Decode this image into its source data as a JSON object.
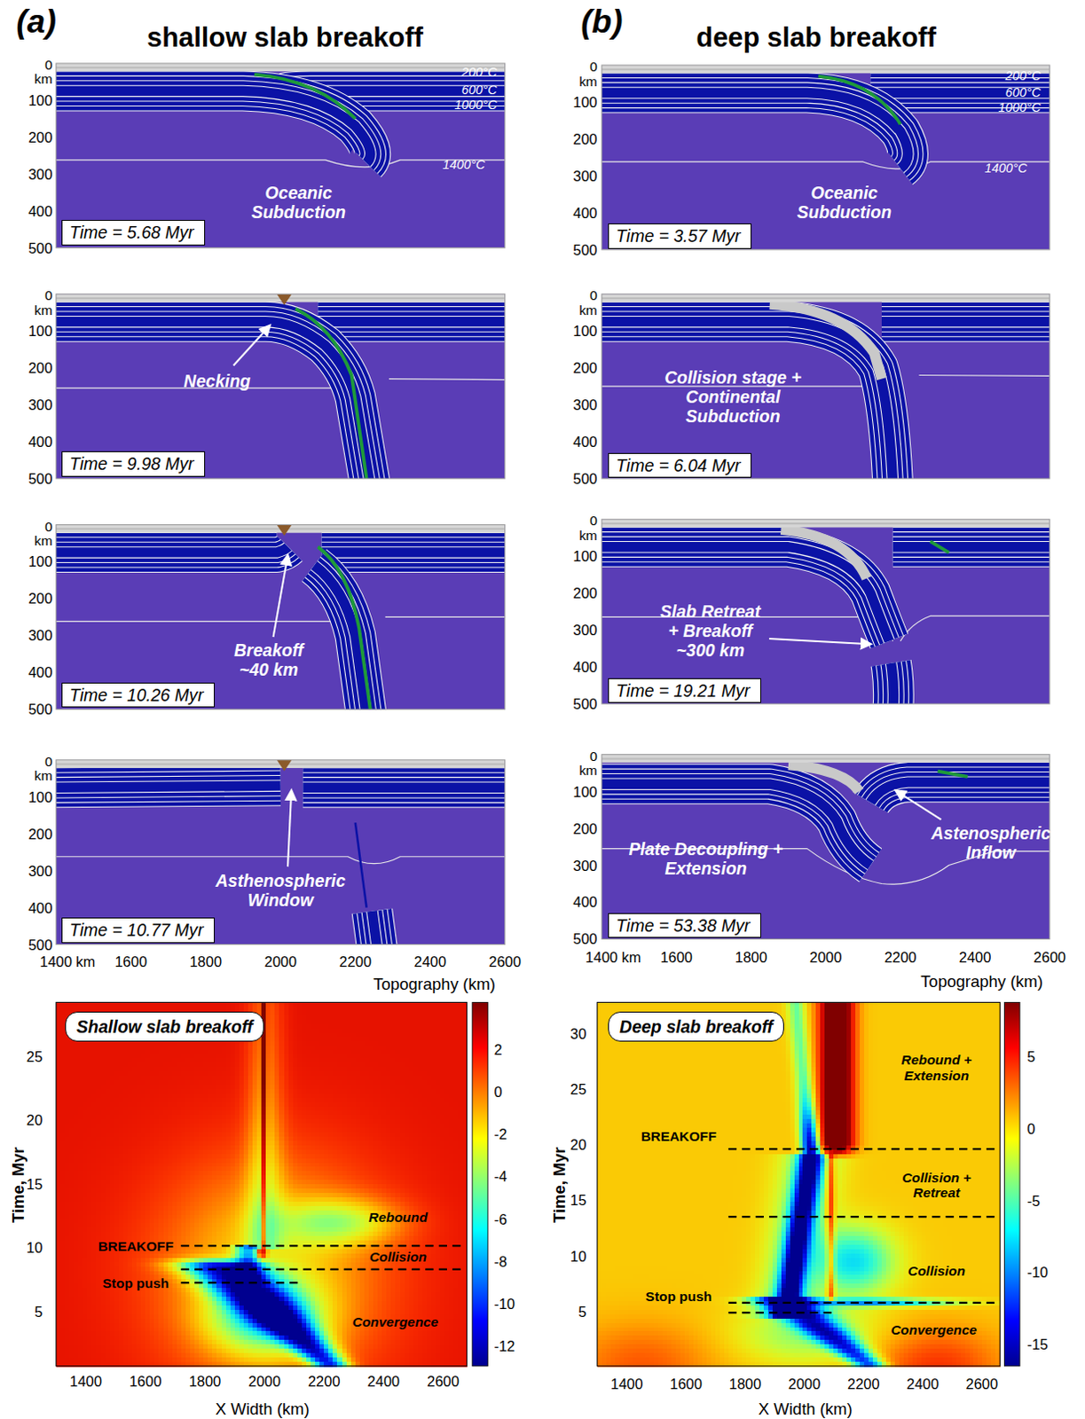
{
  "diagram": {
    "nodes": [
      {
        "text": [
          "Time = 5.68 Myr"
        ]
      },
      {
        "text": [
          "Time = 9.98 Myr"
        ]
      },
      {
        "text": [
          "Time = 10.26 Myr"
        ]
      },
      {
        "text": [
          "Time = 10.77 Myr"
        ]
      },
      {
        "text": [
          "Time = 3.57 Myr"
        ]
      },
      {
        "text": [
          "Time = 6.04 Myr"
        ]
      },
      {
        "text": [
          "Time = 19.21 Myr"
        ]
      },
      {
        "text": [
          "Time = 53.38 Myr"
        ]
      },
      {
        "text": [
          "Shallow slab breakoff"
        ]
      },
      {
        "text": [
          "Deep slab breakoff"
        ]
      }
    ],
    "labels": [
      "(a)",
      "shallow slab breakoff",
      "(b)",
      "deep slab breakoff",
      "0",
      "km",
      "100",
      "200",
      "300",
      "400",
      "500",
      "200°C",
      "600°C",
      "1000°C",
      "1400°C",
      "Oceanic Subduction",
      "0",
      "km",
      "100",
      "200",
      "300",
      "400",
      "500",
      "Necking",
      "0",
      "km",
      "100",
      "200",
      "300",
      "400",
      "500",
      "Breakoff ~40 km",
      "0",
      "km",
      "100",
      "200",
      "300",
      "400",
      "500",
      "Asthenospheric Window",
      "1400 km",
      "1600",
      "1800",
      "2000",
      "2200",
      "2400",
      "2600",
      "Topography (km)",
      "0",
      "km",
      "100",
      "200",
      "300",
      "400",
      "500",
      "200°C",
      "600°C",
      "1000°C",
      "1400°C",
      "Oceanic Subduction",
      "0",
      "km",
      "100",
      "200",
      "300",
      "400",
      "500",
      "Collision stage + Continental Subduction",
      "0",
      "km",
      "100",
      "200",
      "300",
      "400",
      "500",
      "Slab Retreat + Breakoff ~300 km",
      "0",
      "km",
      "100",
      "200",
      "300",
      "400",
      "500",
      "Plate Decoupling + Extension",
      "Astenospheric Inflow",
      "1400 km",
      "1600",
      "1800",
      "2000",
      "2200",
      "2400",
      "2600",
      "Topography (km)",
      "25",
      "20",
      "15",
      "10",
      "5",
      "Time, Myr",
      "BREAKOFF",
      "Stop push",
      "Rebound",
      "Collision",
      "Convergence",
      "1400",
      "1600",
      "1800",
      "2000",
      "2200",
      "2400",
      "2600",
      "X Width (km)",
      "2",
      "0",
      "-2",
      "-4",
      "-6",
      "-8",
      "-10",
      "-12",
      "30",
      "25",
      "20",
      "15",
      "10",
      "5",
      "Time, Myr",
      "Rebound + Extension",
      "BREAKOFF",
      "Collision + Retreat",
      "Collision",
      "Stop push",
      "Convergence",
      "1400",
      "1600",
      "1800",
      "2000",
      "2200",
      "2400",
      "2600",
      "X Width (km)",
      "5",
      "0",
      "-5",
      "-10",
      "-15"
    ]
  }
}
